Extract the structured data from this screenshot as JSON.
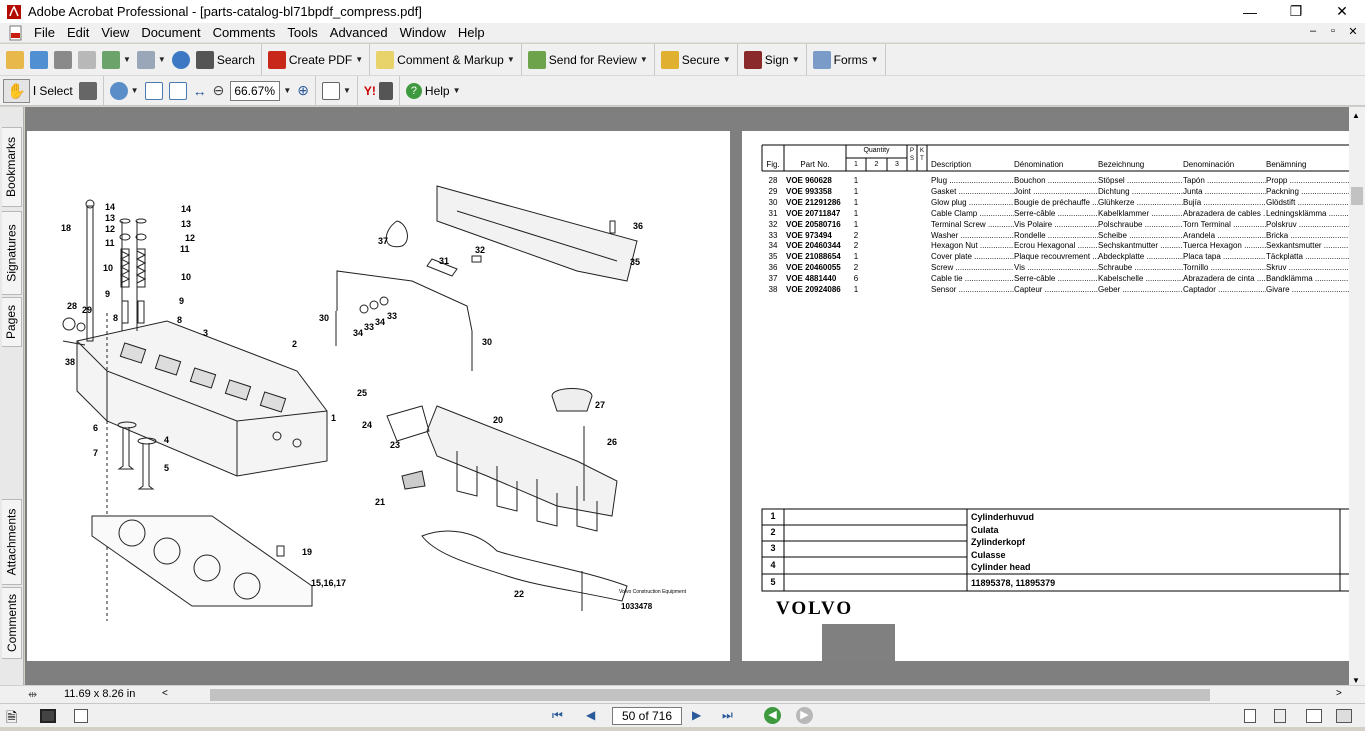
{
  "window": {
    "title": "Adobe Acrobat Professional - [parts-catalog-bl71bpdf_compress.pdf]",
    "minimize": "—",
    "restore": "❐",
    "close": "✕"
  },
  "menu": [
    "File",
    "Edit",
    "View",
    "Document",
    "Comments",
    "Tools",
    "Advanced",
    "Window",
    "Help"
  ],
  "toolbar1": {
    "search": "Search",
    "create_pdf": "Create PDF",
    "comment_markup": "Comment & Markup",
    "send_review": "Send for Review",
    "secure": "Secure",
    "sign": "Sign",
    "forms": "Forms"
  },
  "toolbar2": {
    "select": "Select",
    "zoom": "66.67%",
    "help": "Help"
  },
  "side_tabs": [
    "Bookmarks",
    "Signatures",
    "Pages",
    "Attachments",
    "Comments"
  ],
  "drawing": {
    "callouts": [
      "14",
      "13",
      "12",
      "11",
      "10",
      "9",
      "8",
      "18",
      "28",
      "29",
      "38",
      "3",
      "2",
      "1",
      "6",
      "4",
      "7",
      "5",
      "19",
      "15,16,17",
      "37",
      "31",
      "32",
      "36",
      "35",
      "30",
      "34",
      "33",
      "34",
      "33",
      "30",
      "25",
      "24",
      "23",
      "20",
      "27",
      "26",
      "21",
      "22",
      "14",
      "13",
      "12",
      "11",
      "10",
      "9",
      "8"
    ],
    "footer_brand": "Volvo Construction Equipment",
    "drawing_number": "1033478"
  },
  "parts_header": {
    "fig": "Fig.",
    "part_no": "Part No.",
    "quantity": "Quantity",
    "q1": "1",
    "q2": "2",
    "q3": "3",
    "p": "P",
    "s": "S",
    "k": "K",
    "t": "T",
    "description": "Description",
    "denomination": "Dénomination",
    "bezeichnung": "Bezeichnung",
    "denominacion": "Denominación",
    "benamning": "Benämning"
  },
  "parts": [
    {
      "fig": "28",
      "part": "VOE 960628",
      "qty": "1",
      "desc": "Plug",
      "den": "Bouchon",
      "bez": "Stöpsel",
      "es": "Tapón",
      "sv": "Propp"
    },
    {
      "fig": "29",
      "part": "VOE 993358",
      "qty": "1",
      "desc": "Gasket",
      "den": "Joint",
      "bez": "Dichtung",
      "es": "Junta",
      "sv": "Packning"
    },
    {
      "fig": "30",
      "part": "VOE 21291286",
      "qty": "1",
      "desc": "Glow plug",
      "den": "Bougie de préchauffe",
      "bez": "Glühkerze",
      "es": "Bujía",
      "sv": "Glödstift"
    },
    {
      "fig": "31",
      "part": "VOE 20711847",
      "qty": "1",
      "desc": "Cable Clamp",
      "den": "Serre-câble",
      "bez": "Kabelklammer",
      "es": "Abrazadera de cables",
      "sv": "Ledningsklämma"
    },
    {
      "fig": "32",
      "part": "VOE 20580716",
      "qty": "1",
      "desc": "Terminal Screw",
      "den": "Vis Polaire",
      "bez": "Polschraube",
      "es": "Torn Terminal",
      "sv": "Polskruv"
    },
    {
      "fig": "33",
      "part": "VOE 973494",
      "qty": "2",
      "desc": "Washer",
      "den": "Rondelle",
      "bez": "Scheibe",
      "es": "Arandela",
      "sv": "Bricka"
    },
    {
      "fig": "34",
      "part": "VOE 20460344",
      "qty": "2",
      "desc": "Hexagon Nut",
      "den": "Ecrou Hexagonal",
      "bez": "Sechskantmutter",
      "es": "Tuerca Hexagon",
      "sv": "Sexkantsmutter"
    },
    {
      "fig": "35",
      "part": "VOE 21088654",
      "qty": "1",
      "desc": "Cover plate",
      "den": "Plaque recouvrement",
      "bez": "Abdeckplatte",
      "es": "Placa tapa",
      "sv": "Täckplatta"
    },
    {
      "fig": "36",
      "part": "VOE 20460055",
      "qty": "2",
      "desc": "Screw",
      "den": "Vis",
      "bez": "Schraube",
      "es": "Tornillo",
      "sv": "Skruv"
    },
    {
      "fig": "37",
      "part": "VOE 4881440",
      "qty": "6",
      "desc": "Cable tie",
      "den": "Serre-câble",
      "bez": "Kabelschelle",
      "es": "Abrazadera de cinta",
      "sv": "Bandklämma"
    },
    {
      "fig": "38",
      "part": "VOE 20924086",
      "qty": "1",
      "desc": "Sensor",
      "den": "Capteur",
      "bez": "Geber",
      "es": "Captador",
      "sv": "Givare"
    }
  ],
  "titleblock": {
    "rows": [
      "1",
      "2",
      "3",
      "4",
      "5"
    ],
    "names": [
      "Cylinderhuvud",
      "Culata",
      "Zylinderkopf",
      "Culasse",
      "Cylinder head"
    ],
    "serials": "11895378, 11895379",
    "brand": "VOLVO"
  },
  "status": {
    "page_size": "11.69 x 8.26 in",
    "page_indicator": "50 of 716"
  },
  "colors": {
    "bg": "#d4d0c8",
    "doc_bg": "#7f7f7f",
    "scroll_thumb": "#c2c2c2",
    "gray_box": "#808080"
  }
}
